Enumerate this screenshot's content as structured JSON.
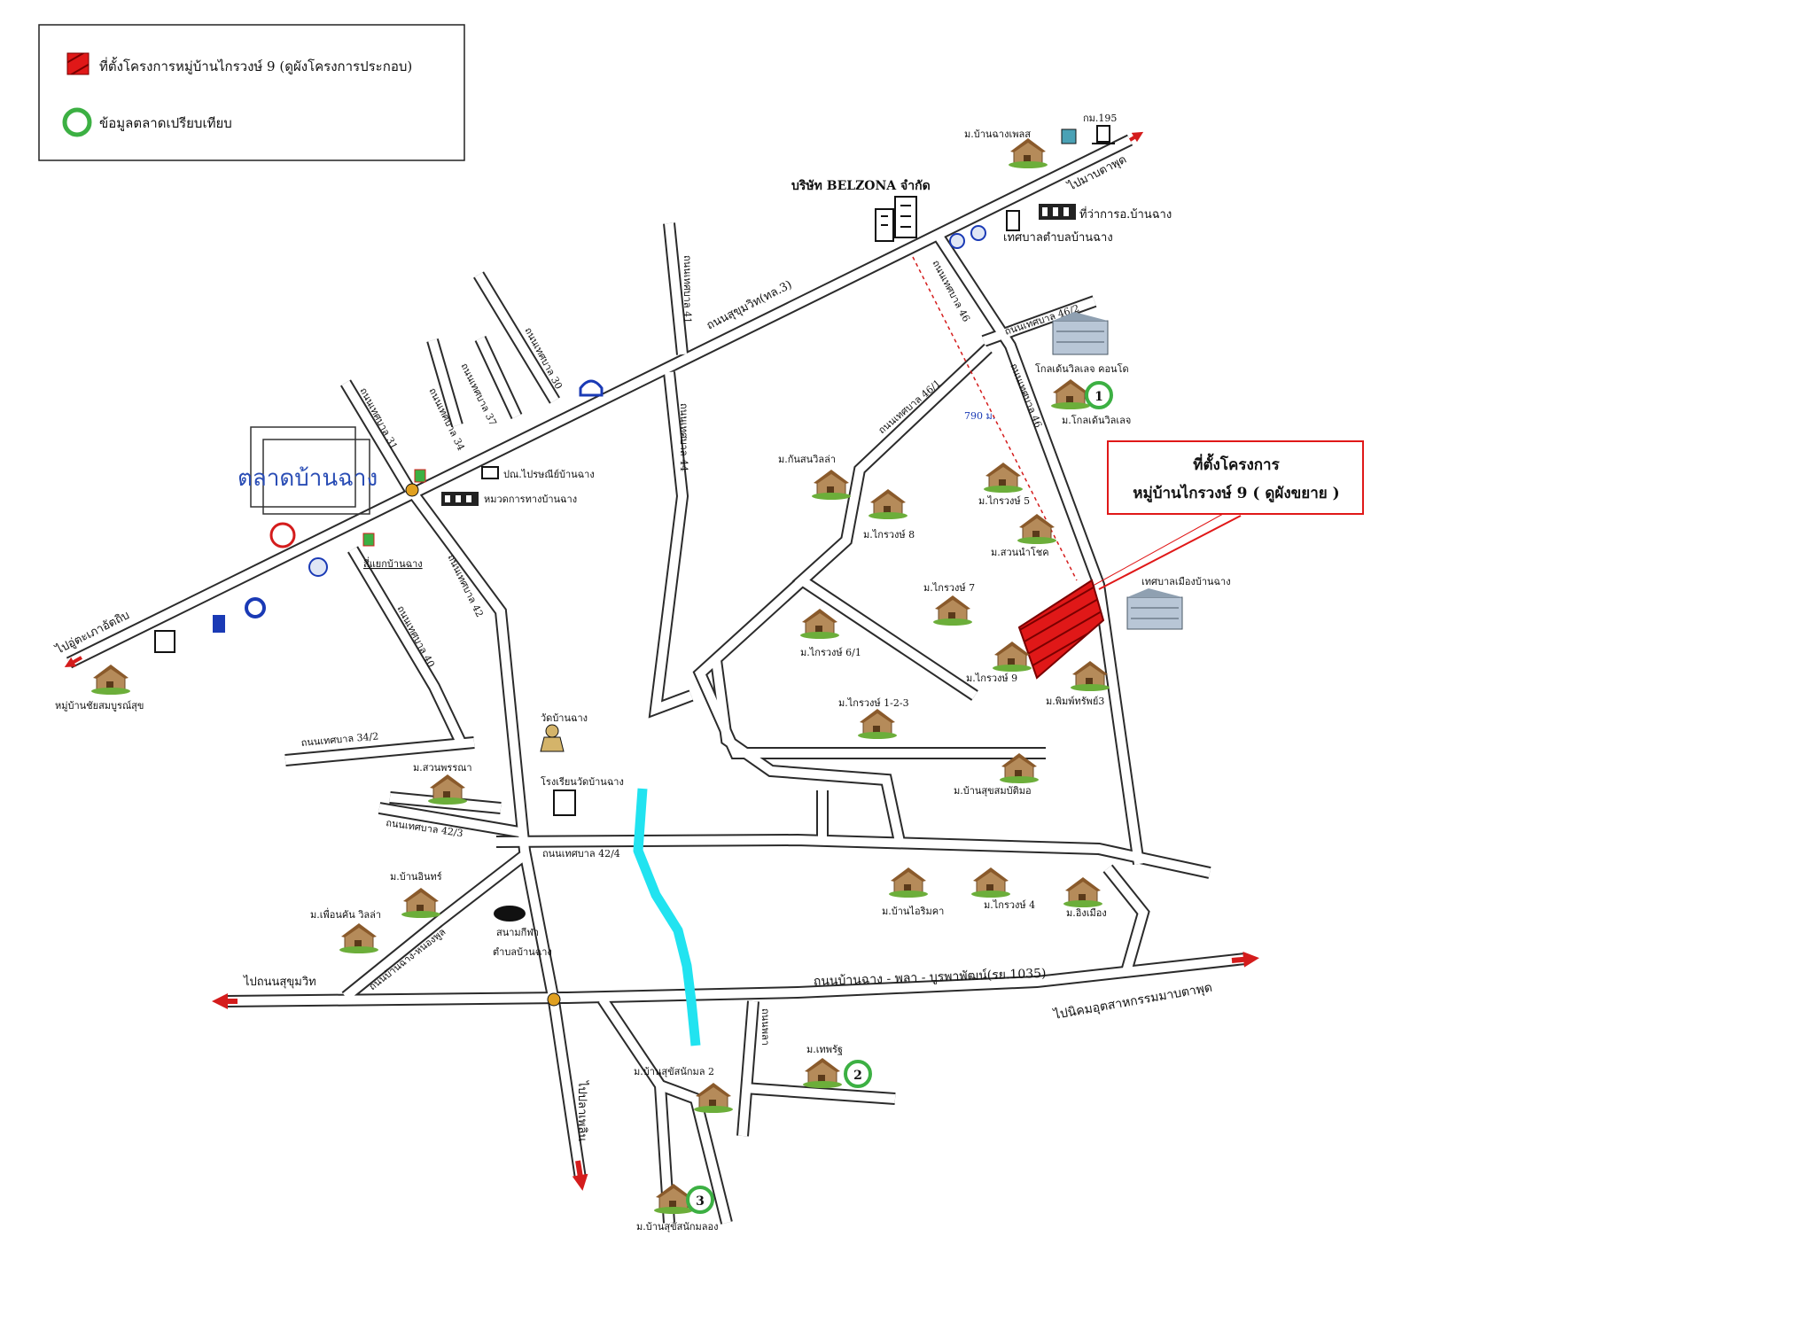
{
  "legend": {
    "project_site": "ที่ตั้งโครงการหมู่บ้านไกรวงษ์ 9 (ดูผังโครงการประกอบ)",
    "comparison_data": "ข้อมูลตลาดเปรียบเทียบ",
    "project_color": "#c8102e",
    "comparison_color": "#3cb043"
  },
  "callout": {
    "line1": "ที่ตั้งโครงการ",
    "line2": "หมู่บ้านไกรวงษ์ 9 ( ดูผังขยาย )"
  },
  "distance": "790 ม.",
  "market": "ตลาดบ้านฉาง",
  "directions": {
    "mab_ta_phut": "ไปมาบตาพุด",
    "u_tapao": "ไปอู่ตะเภาอัตถิบ",
    "sukhumvit": "ไปถนนสุขุมวิท",
    "industrial_estate": "ไปนิคมอุตสาหกรรมมาบตาพุด",
    "pla_puak": "ไปปลาเพลิน"
  },
  "roads": {
    "sukhumvit": "ถนนสุขุมวิท(ทล.3)",
    "main_south": "ถนนบ้านฉาง - พลา - บูรพาพัฒน์(รย.1035)",
    "soi_42_4": "ถนนเทศบาล 42/4",
    "soi_34_2": "ถนนเทศบาล 34/2",
    "soi_42_3": "ถนนเทศบาล 42/3",
    "soi_42": "ถนนเทศบาล 42",
    "soi_40": "ถนนเทศบาล 40",
    "soi_44": "ถนนเทศบาล 44",
    "soi_41": "ถนนเทศบาล 41",
    "soi_46": "ถนนเทศบาล 46",
    "soi_46b": "ถนนเทศบาล 46",
    "soi_46_1": "ถนนเทศบาล 46/1",
    "soi_46_2": "ถนนเทศบาล 46/2",
    "soi_30": "ถนนเทศบาล 30",
    "soi_31": "ถนนเทศบาล 31",
    "soi_34": "ถนนเทศบาล 34",
    "soi_37": "ถนนเทศบาล 37",
    "soi_nong_phung": "ถนนบ้านฉาง-หนองพูล",
    "soi_pla": "ถนนพลา",
    "km": "กม.195"
  },
  "places": {
    "belzona": "บริษัท BELZONA จำกัด",
    "district_office": "ที่ว่าการอ.บ้านฉาง",
    "tambon_municipality": "เทศบาลตำบลบ้านฉาง",
    "golden_college": "โกลเด้นวิลเลจ คอนโด",
    "city_municipality": "เทศบาลเมืองบ้านฉาง",
    "post_office": "ปณ.ไปรษณีย์บ้านฉาง",
    "highway_police": "หมวดการทางบ้านฉาง",
    "junction": "สี่แยกบ้านฉาง",
    "temple": "วัดบ้านฉาง",
    "school": "โรงเรียนวัดบ้านฉาง",
    "stadium_1": "สนามกีฬา",
    "stadium_2": "ตำบลบ้านฉาง"
  },
  "villages": [
    {
      "name": "ม.บ้านฉางเพลส",
      "num": ""
    },
    {
      "name": "ม.โกลเด้นวิลเลจ",
      "num": "1"
    },
    {
      "name": "ม.กันสนวิลล่า",
      "num": ""
    },
    {
      "name": "ม.ไกรวงษ์ 8",
      "num": ""
    },
    {
      "name": "ม.ไกรวงษ์ 5",
      "num": ""
    },
    {
      "name": "ม.สวนนำโชค",
      "num": ""
    },
    {
      "name": "ม.ไกรวงษ์ 7",
      "num": ""
    },
    {
      "name": "ม.ไกรวงษ์ 6/1",
      "num": ""
    },
    {
      "name": "ม.ไกรวงษ์ 9",
      "num": ""
    },
    {
      "name": "ม.พิมพ์ทรัพย์3",
      "num": ""
    },
    {
      "name": "ม.ไกรวงษ์ 1-2-3",
      "num": ""
    },
    {
      "name": "ม.บ้านสุขสมบัติมอ",
      "num": ""
    },
    {
      "name": "หมู่บ้านชัยสมบูรณ์สุข",
      "num": ""
    },
    {
      "name": "ม.สวนพรรณา",
      "num": ""
    },
    {
      "name": "ม.บ้านอินทร์",
      "num": ""
    },
    {
      "name": "ม.เพื่อนคัน วิลล่า",
      "num": ""
    },
    {
      "name": "ม.บ้านไอริมคา",
      "num": ""
    },
    {
      "name": "ม.ไกรวงษ์ 4",
      "num": ""
    },
    {
      "name": "ม.อิงเมือง",
      "num": ""
    },
    {
      "name": "ม.เทพรัฐ",
      "num": "2"
    },
    {
      "name": "ม.บ้านสุขัสนักมล 2",
      "num": ""
    },
    {
      "name": "ม.บ้านสุขัสนักมลอง",
      "num": "3"
    }
  ]
}
